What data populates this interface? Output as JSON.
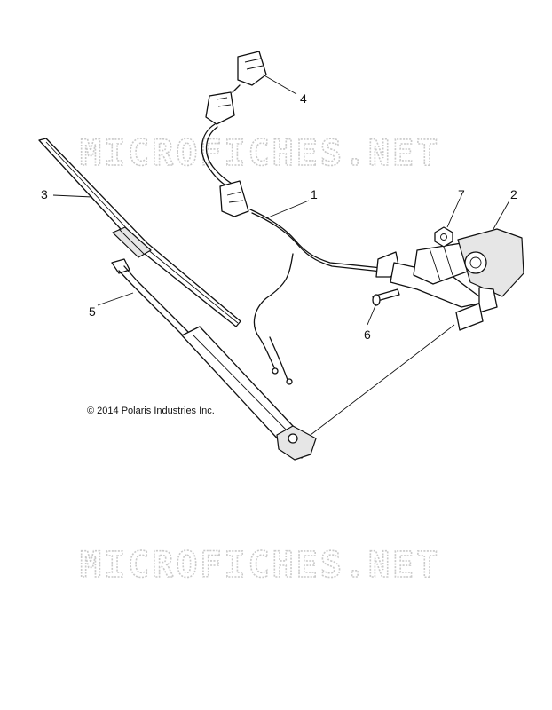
{
  "watermarks": [
    "MICROFICHES.NET",
    "MICROFICHES.NET"
  ],
  "copyright": "© 2014 Polaris Industries Inc.",
  "callouts": [
    "1",
    "2",
    "3",
    "4",
    "5",
    "6",
    "7"
  ]
}
